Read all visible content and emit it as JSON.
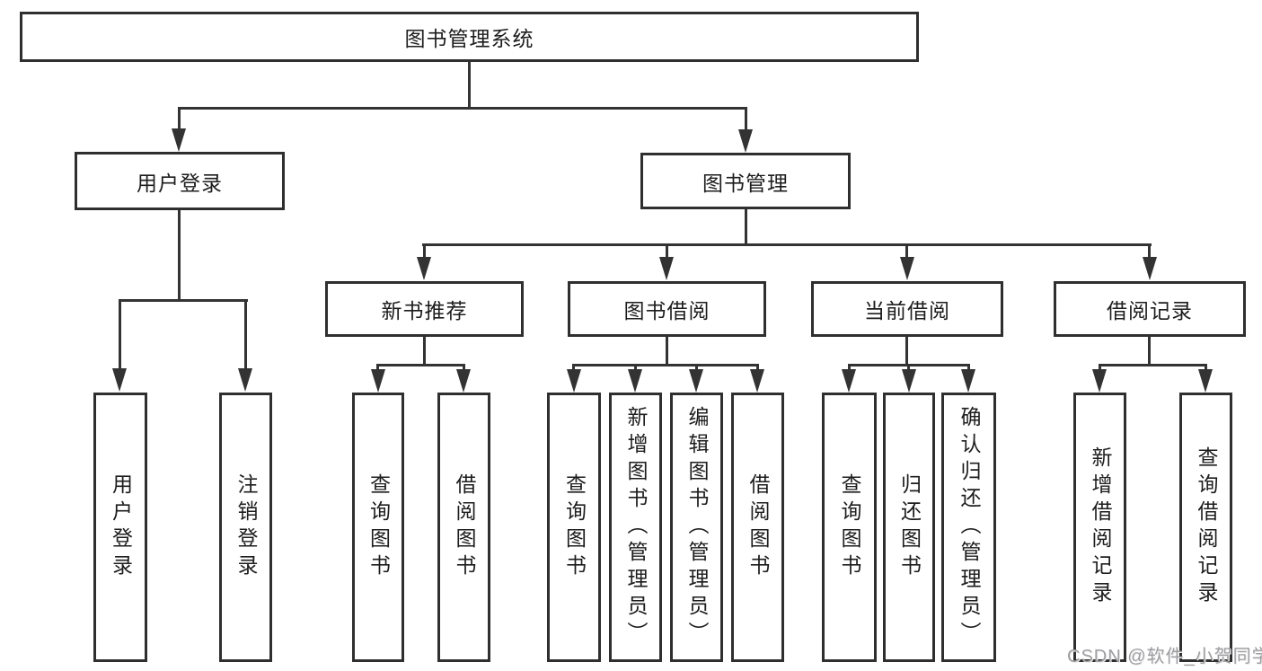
{
  "diagram": {
    "title": "图书管理系统",
    "tree": {
      "label": "图书管理系统",
      "children": [
        {
          "label": "用户登录",
          "children": [
            {
              "label": "用户登录"
            },
            {
              "label": "注销登录"
            }
          ]
        },
        {
          "label": "图书管理",
          "children": [
            {
              "label": "新书推荐",
              "children": [
                {
                  "label": "查询图书"
                },
                {
                  "label": "借阅图书"
                }
              ]
            },
            {
              "label": "图书借阅",
              "children": [
                {
                  "label": "查询图书"
                },
                {
                  "label": "新增图书（管理员）"
                },
                {
                  "label": "编辑图书（管理员）"
                },
                {
                  "label": "借阅图书"
                }
              ]
            },
            {
              "label": "当前借阅",
              "children": [
                {
                  "label": "查询图书"
                },
                {
                  "label": "归还图书"
                },
                {
                  "label": "确认归还（管理员）"
                }
              ]
            },
            {
              "label": "借阅记录",
              "children": [
                {
                  "label": "新增借阅记录"
                },
                {
                  "label": "查询借阅记录"
                }
              ]
            }
          ]
        }
      ]
    },
    "colors": {
      "line": "#333333",
      "box_border": "#2f2f2f",
      "box_fill": "#ffffff",
      "text": "#1d1d1d",
      "watermark": "#9f9fa3"
    }
  },
  "watermark": {
    "text": "CSDN @软件_小贺同学"
  }
}
